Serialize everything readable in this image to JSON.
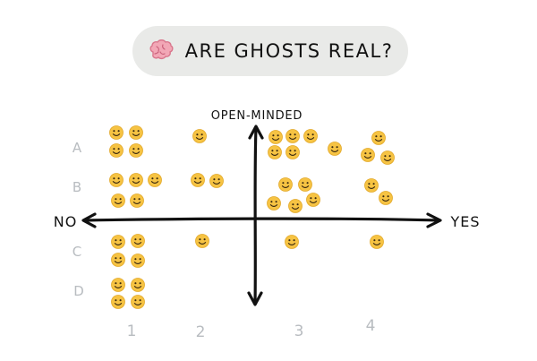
{
  "title": {
    "icon": "brain-icon",
    "text": "ARE GHOSTS REAL?"
  },
  "axes": {
    "y_top_label": "OPEN-MINDED",
    "x_left_label": "NO",
    "x_right_label": "YES"
  },
  "row_labels": [
    "A",
    "B",
    "C",
    "D"
  ],
  "col_labels": [
    "1",
    "2",
    "3",
    "4"
  ],
  "emoji": {
    "name": "smiley-face-icon",
    "fill": "#f6c343",
    "stroke": "#e2a92a",
    "feature": "#3b2a10"
  },
  "colors": {
    "axis": "#111111",
    "label_gray": "#b8bcc0",
    "pill": "#e9eae8"
  }
}
